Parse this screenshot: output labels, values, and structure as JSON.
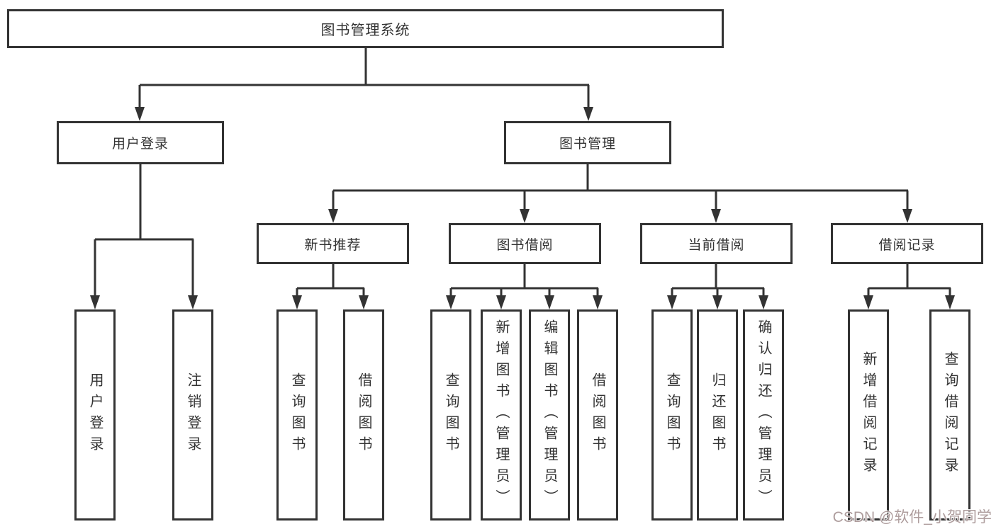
{
  "colors": {
    "line": "#333333",
    "box_border": "#333333",
    "text": "#333333",
    "watermark": "#a08c8c",
    "background": "#ffffff"
  },
  "root": {
    "label": "图书管理系统"
  },
  "branches": [
    {
      "label": "用户登录",
      "children": [
        {
          "label": "用户登录"
        },
        {
          "label": "注销登录"
        }
      ]
    },
    {
      "label": "图书管理",
      "children": [
        {
          "label": "新书推荐",
          "children": [
            {
              "label": "查询图书"
            },
            {
              "label": "借阅图书"
            }
          ]
        },
        {
          "label": "图书借阅",
          "children": [
            {
              "label": "查询图书"
            },
            {
              "label": "新增图书（管理员）"
            },
            {
              "label": "编辑图书（管理员）"
            },
            {
              "label": "借阅图书"
            }
          ]
        },
        {
          "label": "当前借阅",
          "children": [
            {
              "label": "查询图书"
            },
            {
              "label": "归还图书"
            },
            {
              "label": "确认归还（管理员）"
            }
          ]
        },
        {
          "label": "借阅记录",
          "children": [
            {
              "label": "新增借阅记录"
            },
            {
              "label": "查询借阅记录"
            }
          ]
        }
      ]
    }
  ],
  "watermark": {
    "text": "CSDN @软件_小贺同学"
  }
}
